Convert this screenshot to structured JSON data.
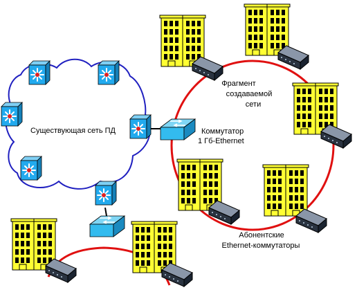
{
  "labels": {
    "existing_network": "Существующая сеть ПД",
    "switch_line1": "Коммутатор",
    "switch_line2": "1 Гб-Ethernet",
    "fragment_line1": "Фрагмент",
    "fragment_line2": "создаваемой",
    "fragment_line3": "сети",
    "subscriber_line1": "Абонентские",
    "subscriber_line2": "Ethernet-коммутаторы"
  },
  "colors": {
    "cloud_outline": "#2020c0",
    "ring": "#e01010",
    "building_fill": "#ffff33",
    "window_fill": "#000000",
    "router_fill": "#22aaee",
    "switch_fill": "#33bbee",
    "device_fill": "#2a3340"
  },
  "icons": {
    "building": "office-building-icon",
    "router": "multilayer-switch-icon",
    "switch": "workgroup-switch-icon",
    "subscriber_switch": "ethernet-switch-icon"
  }
}
